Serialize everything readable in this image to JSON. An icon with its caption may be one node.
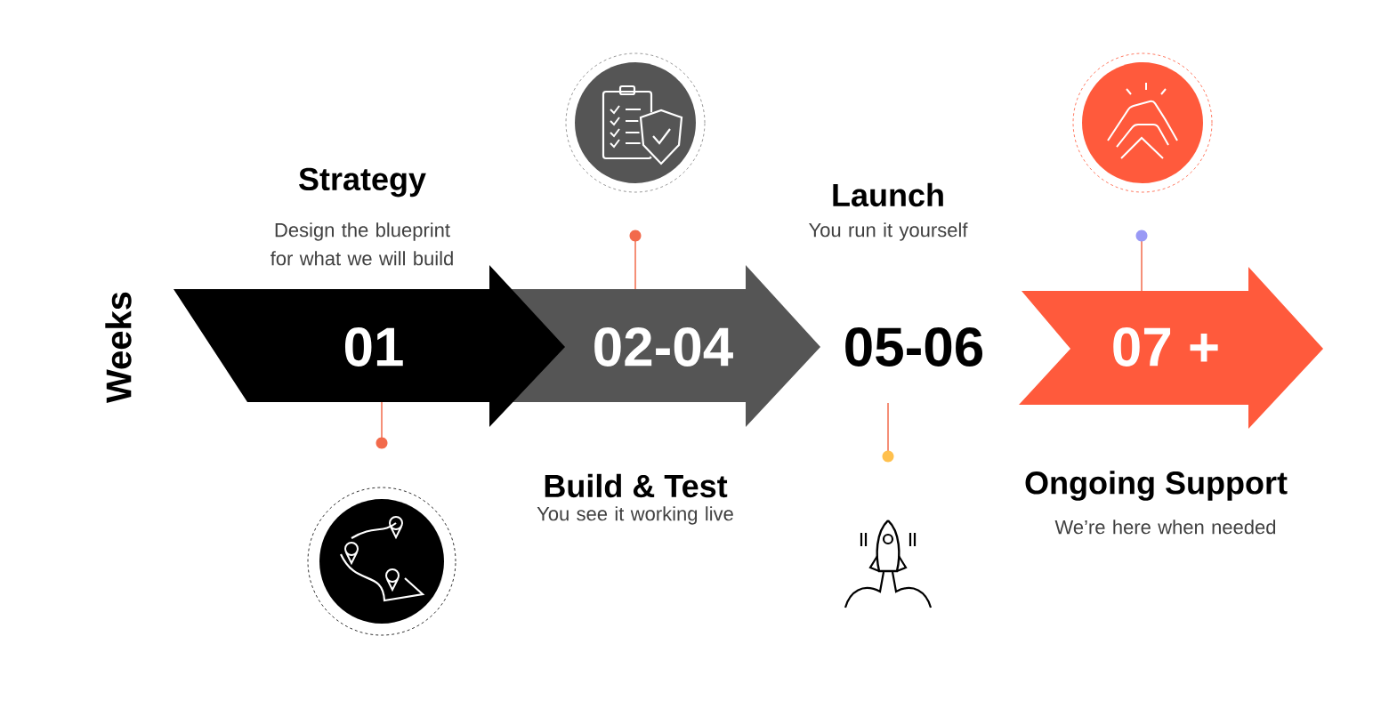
{
  "diagram": {
    "nodes": [
      {
        "text": [
          "01"
        ],
        "beside": [
          "Strategy",
          "Design the blueprint for what we will build"
        ]
      },
      {
        "text": [
          "02-04"
        ],
        "beside": [
          "Build & Test",
          "You see it working live"
        ]
      },
      {
        "text": [
          "05-06"
        ],
        "beside": [
          "Launch",
          "You run it yourself"
        ]
      },
      {
        "text": [
          "07 +"
        ],
        "beside": [
          "Ongoing Support",
          "We’re here when needed"
        ]
      }
    ],
    "labels": [
      "Weeks"
    ]
  }
}
